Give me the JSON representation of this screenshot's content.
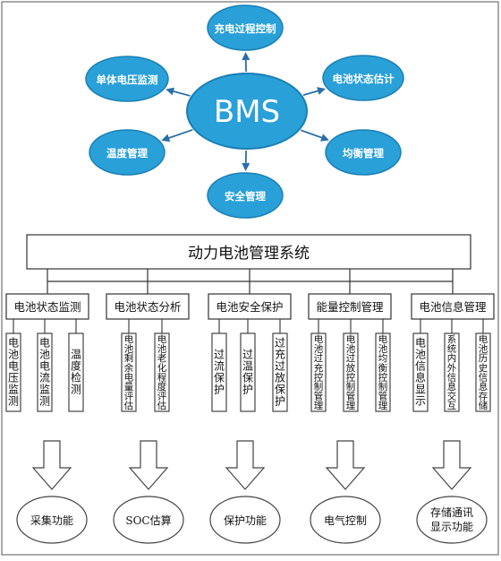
{
  "hub": {
    "center": "BMS",
    "satellites": [
      "充电过程控制",
      "电池状态估计",
      "均衡管理",
      "安全管理",
      "温度管理",
      "单体电压监测"
    ]
  },
  "system": {
    "title": "动力电池管理系统",
    "categories": [
      {
        "name": "电池状态监测",
        "items": [
          "电池电压监测",
          "电池电流监测",
          "温度检测"
        ],
        "result": [
          "采集功能"
        ]
      },
      {
        "name": "电池状态分析",
        "items": [
          "电池剩余电量评估",
          "电池老化程度评估"
        ],
        "result": [
          "SOC估算"
        ]
      },
      {
        "name": "电池安全保护",
        "items": [
          "过流保护",
          "过温保护",
          "过充过放保护"
        ],
        "result": [
          "保护功能"
        ]
      },
      {
        "name": "能量控制管理",
        "items": [
          "电池过充控制管理",
          "电池过放控制管理",
          "电池均衡控制管理"
        ],
        "result": [
          "电气控制"
        ]
      },
      {
        "name": "电池信息管理",
        "items": [
          "电池信息显示",
          "系统内外信息交互",
          "电池历史信息存储"
        ],
        "result": [
          "存储通讯",
          "显示功能"
        ]
      }
    ]
  },
  "colors": {
    "hub": "#2aa0d8",
    "hub_stroke": "#1a7fb3",
    "arrow": "#2a6ea8",
    "line": "#333333"
  }
}
